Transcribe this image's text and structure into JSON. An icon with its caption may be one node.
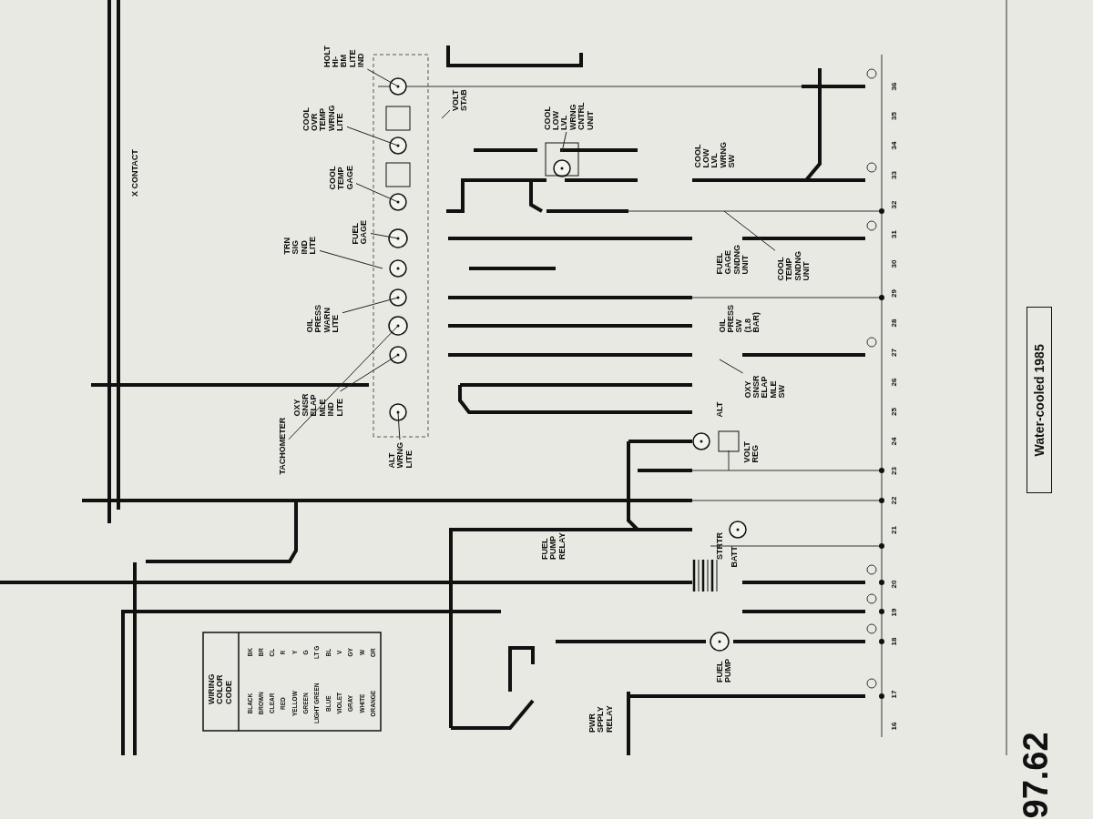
{
  "diagram": {
    "title": "Water-cooled 1985",
    "nodes": [
      {
        "text": [
          "HOLT HI-BM LITE IND"
        ]
      },
      {
        "text": [
          "COOL OVR TEMP WRNG LITE"
        ]
      },
      {
        "text": [
          "VOLT STAB"
        ]
      },
      {
        "text": [
          "COOL TEMP GAGE"
        ]
      },
      {
        "text": [
          "FUEL GAGE"
        ]
      },
      {
        "text": [
          "TRN SIG IND LITE"
        ]
      },
      {
        "text": [
          "OIL PRESS WARN LITE"
        ]
      },
      {
        "text": [
          "TACHOMETER"
        ]
      },
      {
        "text": [
          "OXY SNSR ELAP MLE IND LITE"
        ]
      },
      {
        "text": [
          "ALT WRNG LITE"
        ]
      },
      {
        "text": [
          "COOL LOW LVL WRNG CNTRL UNIT"
        ]
      },
      {
        "text": [
          "COOL TEMP SNDNG UNIT"
        ]
      },
      {
        "text": [
          "OXY SNSR ELAP MLE SW"
        ]
      }
    ],
    "edges": [
      {
        "from": 0,
        "to": null,
        "arrow": "none"
      },
      {
        "from": 1,
        "to": null,
        "arrow": "none"
      },
      {
        "from": 2,
        "to": null,
        "arrow": "none"
      },
      {
        "from": 3,
        "to": null,
        "arrow": "none"
      },
      {
        "from": 4,
        "to": null,
        "arrow": "none"
      },
      {
        "from": 5,
        "to": null,
        "arrow": "none"
      },
      {
        "from": 6,
        "to": null,
        "arrow": "none"
      },
      {
        "from": 7,
        "to": null,
        "arrow": "none"
      },
      {
        "from": 8,
        "to": null,
        "arrow": "none"
      },
      {
        "from": 9,
        "to": null,
        "arrow": "none"
      },
      {
        "from": 10,
        "to": null,
        "arrow": "none"
      },
      {
        "from": 11,
        "to": null,
        "arrow": "none"
      },
      {
        "from": 12,
        "to": null,
        "arrow": "none"
      }
    ],
    "labels": [
      "X CONTACT",
      "COOL LOW LVL WRNG SW",
      "FUEL GAGE SNDNG UNIT",
      "OIL PRESS SW (1.8 BAR)",
      "ALT",
      "VOLT REG",
      "STRTR",
      "BATT",
      "FUEL PUMP",
      "FUEL PUMP RELAY",
      "PWR SPPLY RELAY",
      "WIRING COLOR CODE",
      "BLACK",
      "BK",
      "BROWN",
      "BR",
      "CLEAR",
      "CL",
      "RED",
      "R",
      "YELLOW",
      "Y",
      "GREEN",
      "G",
      "LIGHT GREEN",
      "LT G",
      "BLUE",
      "BL",
      "VIOLET",
      "V",
      "GRAY",
      "GY",
      "WHITE",
      "W",
      "ORANGE",
      "OR",
      "16",
      "17",
      "18",
      "19",
      "20",
      "21",
      "22",
      "23",
      "24",
      "25",
      "26",
      "27",
      "28",
      "29",
      "30",
      "31",
      "32",
      "33",
      "34",
      "35",
      "36",
      "97.62"
    ]
  }
}
